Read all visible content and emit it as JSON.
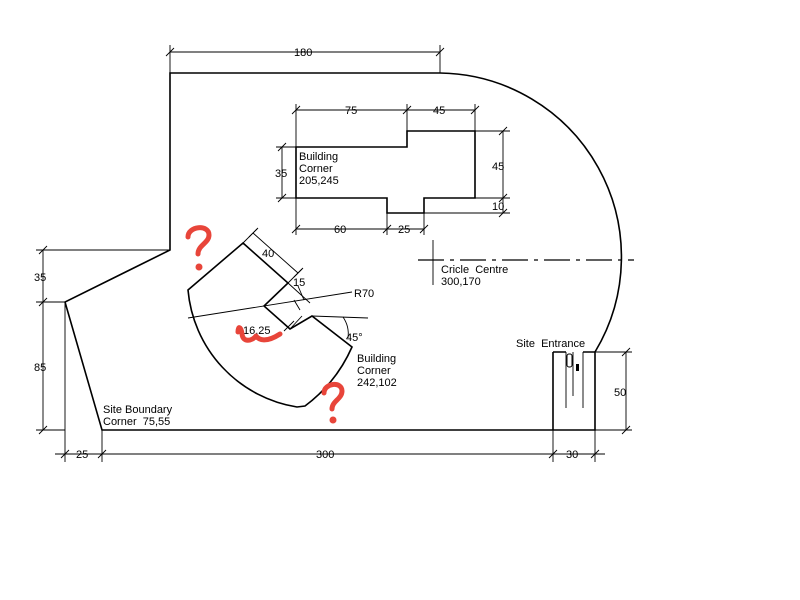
{
  "dimensions": {
    "top_width": "180",
    "bldg1_top_left": "75",
    "bldg1_top_right": "45",
    "bldg1_left_height": "35",
    "bldg1_right_height": "45",
    "bldg1_bottom_left": "60",
    "bldg1_bottom_mid": "25",
    "bldg1_bottom_right": "10",
    "left_upper": "35",
    "left_lower": "85",
    "bottom_left": "25",
    "bottom_main": "300",
    "bottom_right": "30",
    "entrance_height": "50",
    "bldg2_top": "40",
    "bldg2_step": "15",
    "bldg2_arc_radius": "R70",
    "bldg2_offset": "16.25",
    "bldg2_angle": "45°"
  },
  "labels": {
    "bldg1_corner": [
      "Building",
      "Corner",
      "205,245"
    ],
    "circle_centre": [
      "Cricle  Centre",
      "300,170"
    ],
    "bldg2_corner": [
      "Building",
      "Corner",
      "242,102"
    ],
    "site_boundary": [
      "Site Boundary",
      "Corner  75,55"
    ],
    "site_entrance": "Site  Entrance"
  },
  "annotations": {
    "line_color": "#000000",
    "markup_color": "#e8453a",
    "markup_marks": [
      "question-mark",
      "scribble",
      "question-mark"
    ]
  }
}
